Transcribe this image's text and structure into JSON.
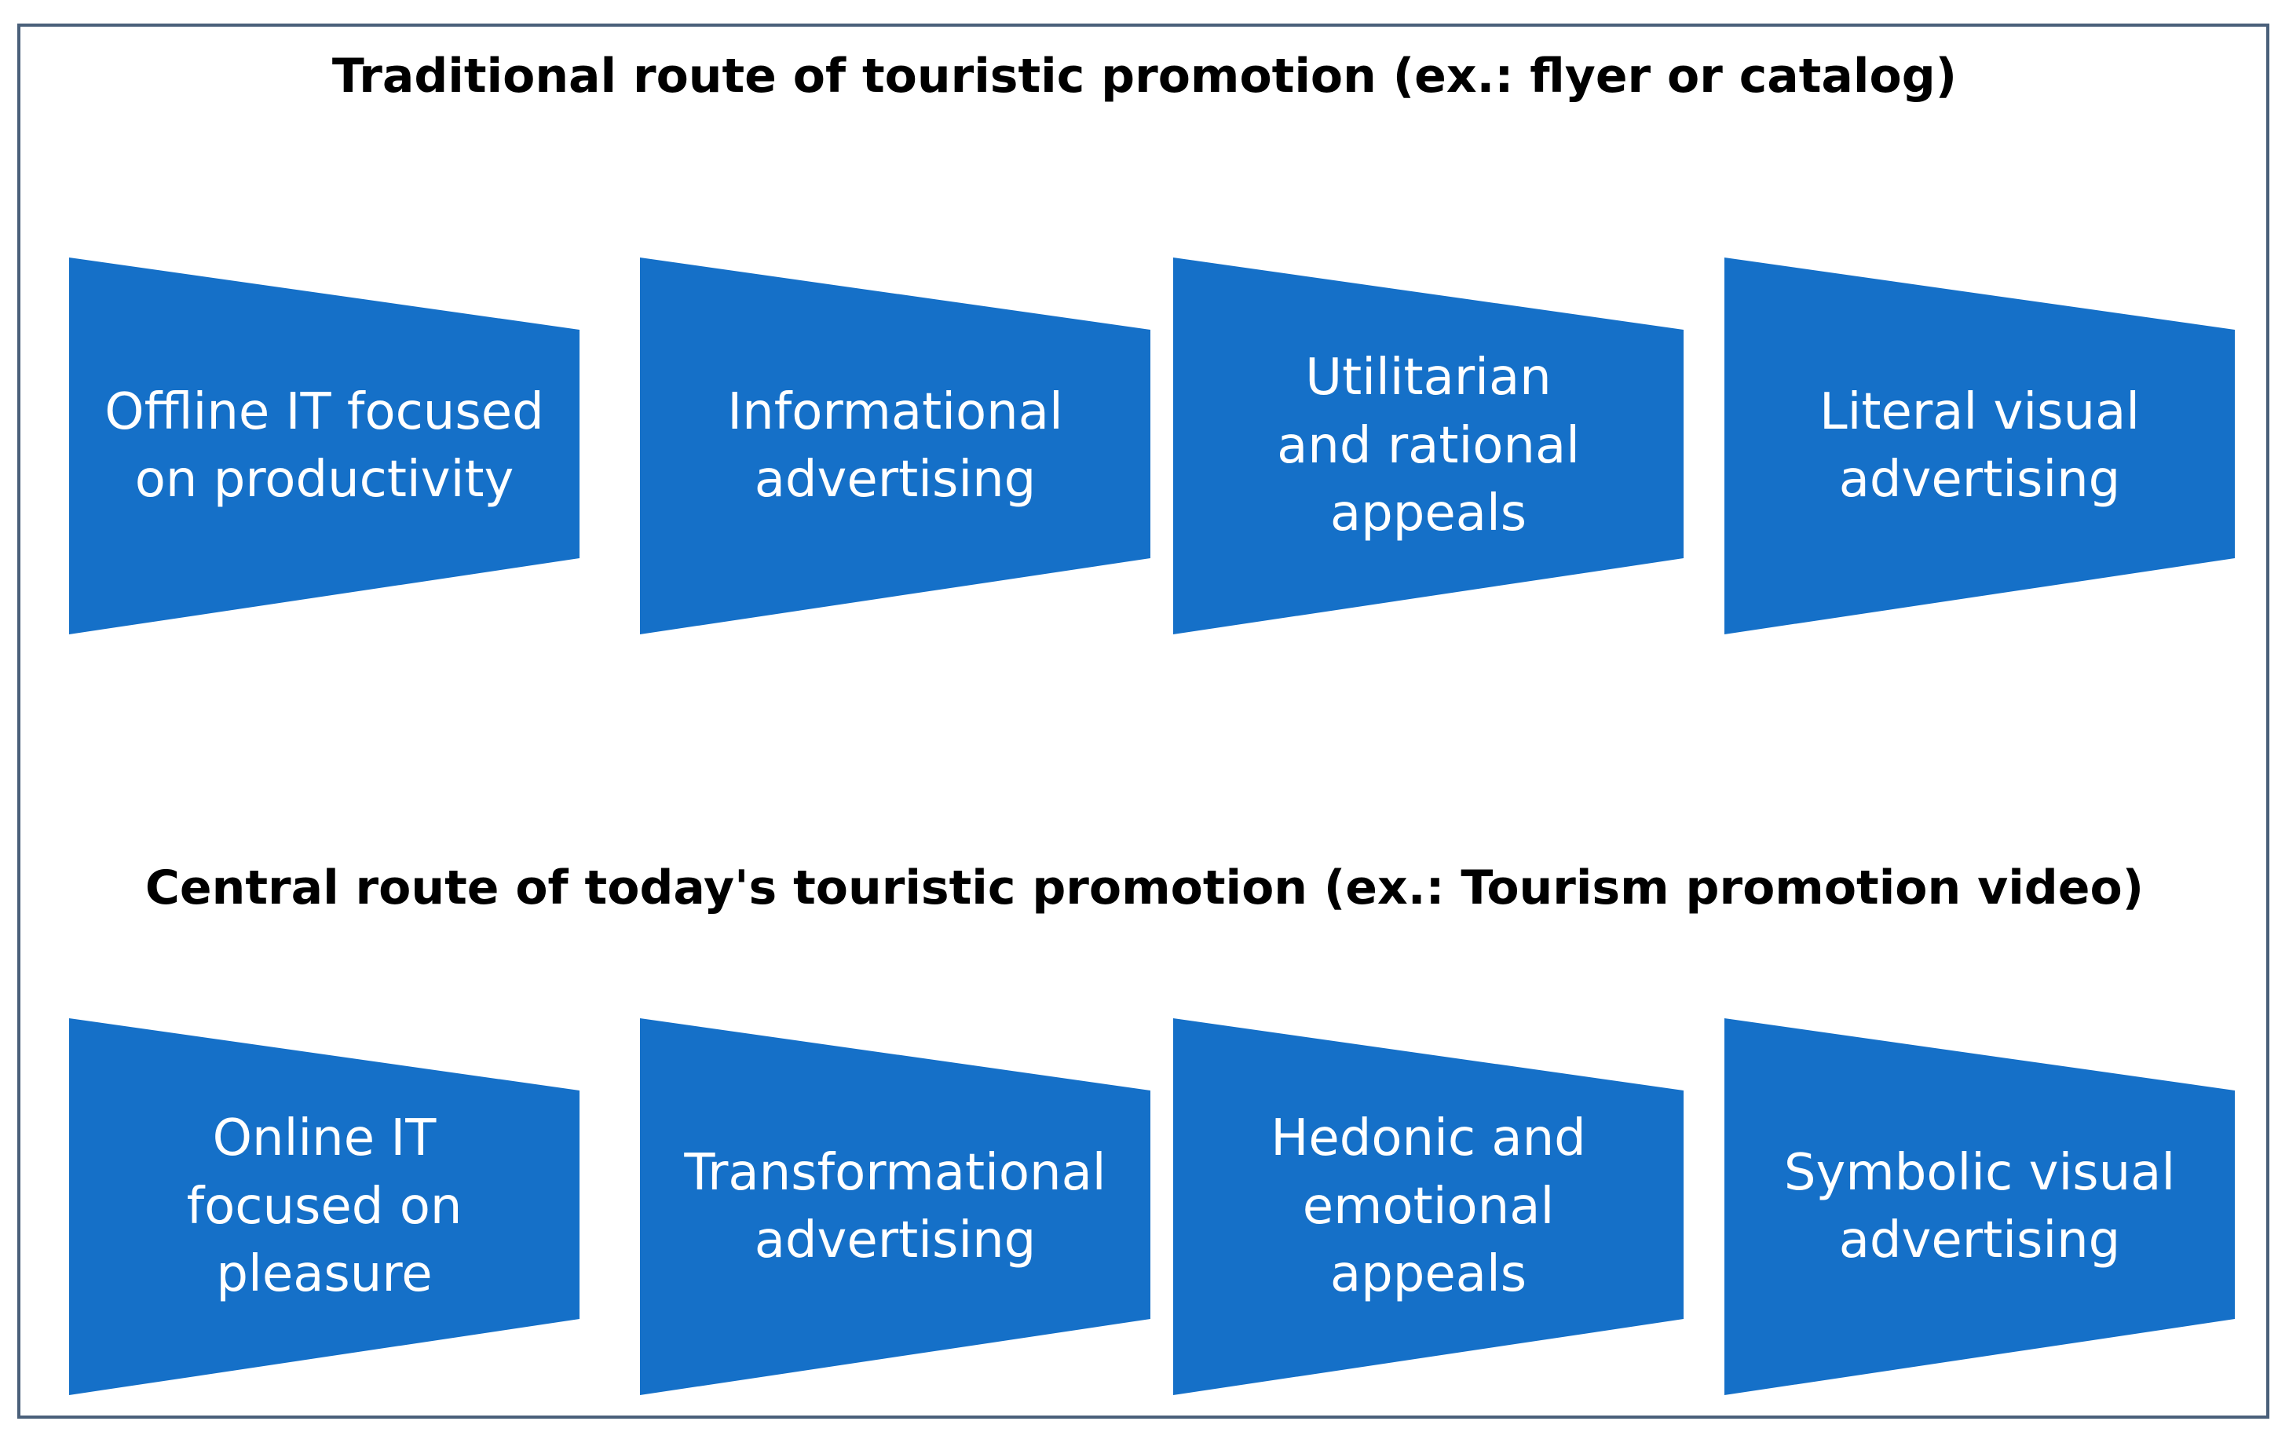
{
  "colors": {
    "box_fill": "#1570c8",
    "frame_border": "#4a607a",
    "title_text": "#000000",
    "box_text": "#ffffff"
  },
  "rows": [
    {
      "title": "Traditional route of touristic promotion (ex.: flyer or catalog)",
      "items": [
        {
          "label": "Offline IT focused\non productivity"
        },
        {
          "label": "Informational\nadvertising"
        },
        {
          "label": "Utilitarian\nand rational\nappeals"
        },
        {
          "label": "Literal visual\nadvertising"
        }
      ]
    },
    {
      "title": "Central route of today's touristic promotion  (ex.: Tourism promotion video)",
      "items": [
        {
          "label": "Online IT\nfocused on\npleasure"
        },
        {
          "label": "Transformational\nadvertising"
        },
        {
          "label": "Hedonic and\nemotional\nappeals"
        },
        {
          "label": "Symbolic visual\nadvertising"
        }
      ]
    }
  ]
}
